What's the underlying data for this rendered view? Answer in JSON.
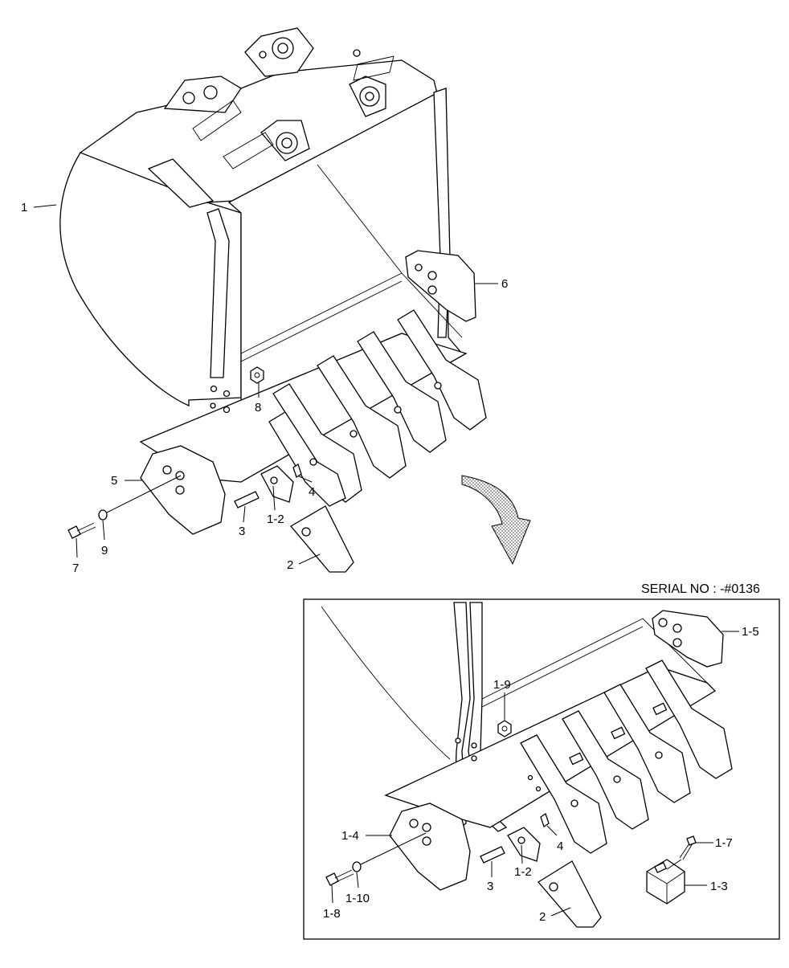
{
  "serial_text": "SERIAL NO : -#0136",
  "main_labels": {
    "bucket": "1",
    "tooth_adapter": "1-2",
    "tooth": "2",
    "pin": "3",
    "lock": "4",
    "side_cutter_left": "5",
    "side_cutter_right": "6",
    "bolt": "7",
    "nut": "8",
    "washer": "9"
  },
  "detail_labels": {
    "side_cutter_right": "1-5",
    "nut": "1-9",
    "side_cutter_left": "1-4",
    "lock": "4",
    "tooth_adapter": "1-2",
    "pin": "3",
    "washer": "1-10",
    "bolt": "1-8",
    "tooth": "2",
    "cutter_bolt": "1-7",
    "edge_protector": "1-3"
  },
  "colors": {
    "line": "#000000",
    "arrow_fill": "#9a9a9a",
    "background": "#ffffff"
  }
}
